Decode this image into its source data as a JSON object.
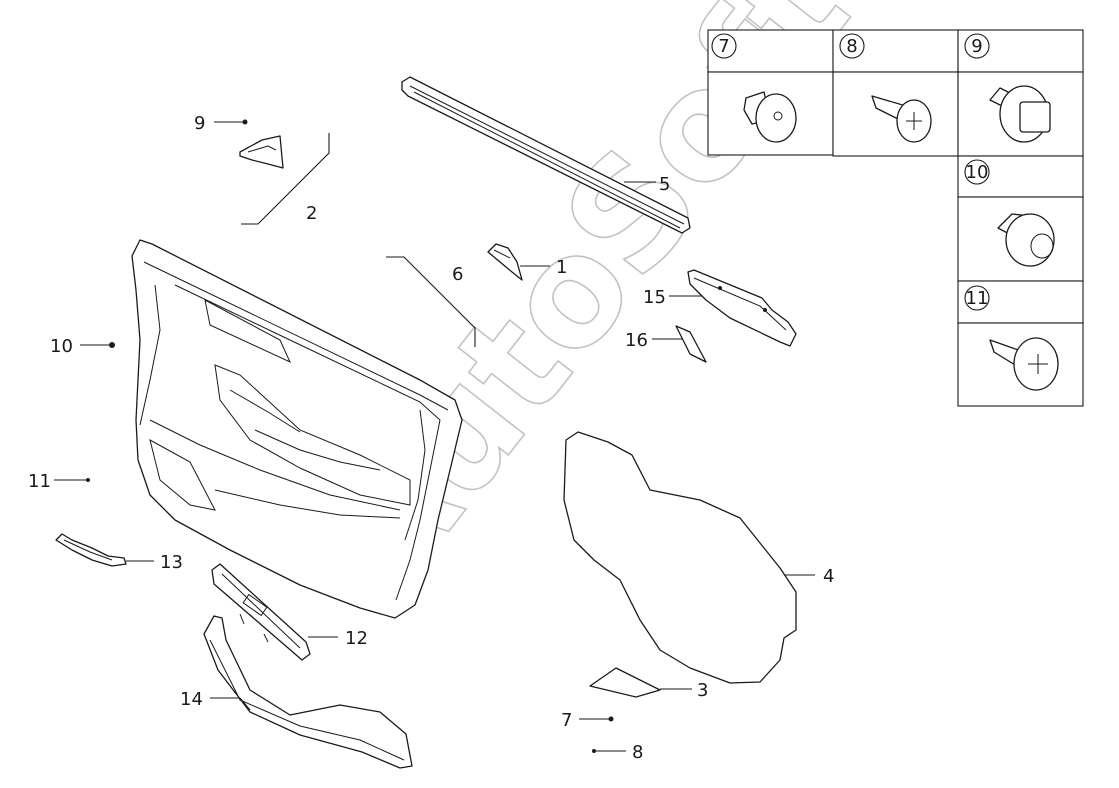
{
  "watermark": "AutoSoft",
  "callouts": [
    {
      "id": "c1",
      "num": "1"
    },
    {
      "id": "c2",
      "num": "2"
    },
    {
      "id": "c3",
      "num": "3"
    },
    {
      "id": "c4",
      "num": "4"
    },
    {
      "id": "c5",
      "num": "5"
    },
    {
      "id": "c6",
      "num": "6"
    },
    {
      "id": "c7",
      "num": "7"
    },
    {
      "id": "c8",
      "num": "8"
    },
    {
      "id": "c9",
      "num": "9"
    },
    {
      "id": "c10",
      "num": "10"
    },
    {
      "id": "c11",
      "num": "11"
    },
    {
      "id": "c12",
      "num": "12"
    },
    {
      "id": "c13",
      "num": "13"
    },
    {
      "id": "c14",
      "num": "14"
    },
    {
      "id": "c15",
      "num": "15"
    },
    {
      "id": "c16",
      "num": "16"
    }
  ],
  "fastener_table": [
    {
      "num": "7",
      "icon": "push-clip-icon"
    },
    {
      "num": "8",
      "icon": "screw-icon"
    },
    {
      "num": "9",
      "icon": "clip-nut-icon"
    },
    {
      "num": "10",
      "icon": "grommet-icon"
    },
    {
      "num": "11",
      "icon": "screw-icon"
    }
  ]
}
